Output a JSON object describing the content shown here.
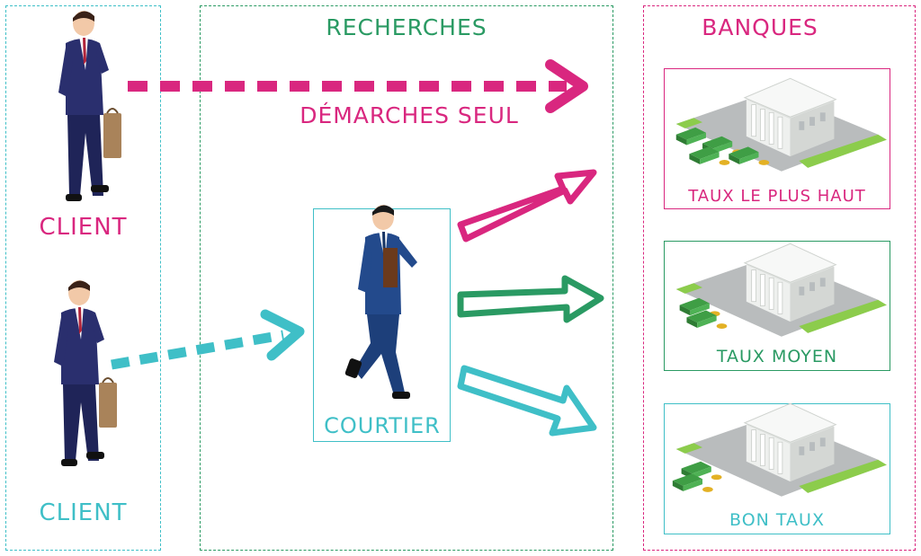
{
  "colors": {
    "pink": "#d9277f",
    "cyan": "#3fbfc7",
    "green": "#2a9a63",
    "suit": "#2a2f6e",
    "suit_blue": "#234a8c",
    "skin": "#f2c9a8",
    "hair": "#3a2218",
    "bag": "#a9835a",
    "building": "#eef0ee",
    "plaza": "#b9bcbd",
    "lawn": "#8ccc4c",
    "money": "#3f9e45",
    "coin": "#e3b125"
  },
  "sections": {
    "recherches": "RECHERCHES",
    "banques": "BANQUES"
  },
  "clients": {
    "top_label": "CLIENT",
    "bottom_label": "CLIENT"
  },
  "path_alone": "DÉMARCHES SEUL",
  "broker_label": "COURTIER",
  "banks": [
    {
      "label": "TAUX LE PLUS HAUT"
    },
    {
      "label": "TAUX MOYEN"
    },
    {
      "label": "BON TAUX"
    }
  ],
  "icons": [
    "businessman-icon",
    "bank-building-icon",
    "arrow-icon"
  ]
}
